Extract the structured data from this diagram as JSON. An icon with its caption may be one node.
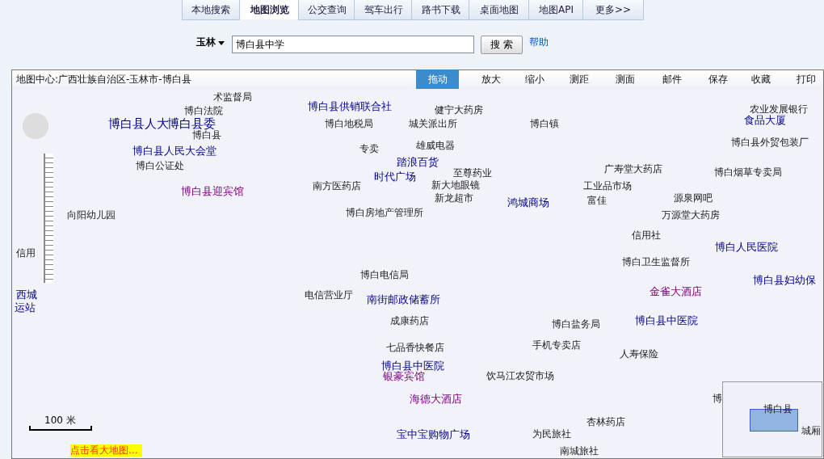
{
  "diagram": {
    "labels": [
      "本地搜索",
      "地图浏览",
      "公交查询",
      "驾车出行",
      "路书下载",
      "桌面地图",
      "地图API",
      "更多>>",
      "玉林",
      "博白县中学",
      "搜 索",
      "帮助",
      "地图中心:广西壮族自治区-玉林市-博白县",
      "拖动",
      "放大",
      "缩小",
      "测距",
      "测面",
      "邮件",
      "保存",
      "收藏",
      "打印",
      "术监督局",
      "博白法院",
      "博白县人大",
      "博白县委",
      "博白县",
      "博白县人民大会堂",
      "博白公证处",
      "博白县供销联合社",
      "健宁大药房",
      "博白地税局",
      "城关派出所",
      "博白镇",
      "专卖",
      "雄威电器",
      "踏浪百货",
      "时代广场",
      "至尊药业",
      "南方医药店",
      "新大地眼镜",
      "新龙超市",
      "鸿城商场",
      "工业品市场",
      "富佳",
      "广寿堂大药店",
      "农业发展银行",
      "食品大厦",
      "博白县外贸包装厂",
      "博白烟草专卖局",
      "源泉网吧",
      "万源堂大药房",
      "博白县迎宾馆",
      "向阳幼儿园",
      "博白房地产管理所",
      "信用社",
      "博白人民医院",
      "博白卫生监督所",
      "博白县妇幼保",
      "金雀大酒店",
      "信用",
      "西城",
      "运站",
      "博白电信局",
      "电信营业厅",
      "南街邮政储蓄所",
      "成康药店",
      "博白盐务局",
      "博白县中医院",
      "七品香快餐店",
      "手机专卖店",
      "人寿保险",
      "博白县中医院",
      "银豪宾馆",
      "饮马江农贸市场",
      "海德大酒店",
      "博",
      "宝中宝购物广场",
      "杏林药店",
      "为民旅社",
      "南城旅社",
      "博白县",
      "城厢",
      "100 米",
      "点击看大地图..."
    ]
  }
}
